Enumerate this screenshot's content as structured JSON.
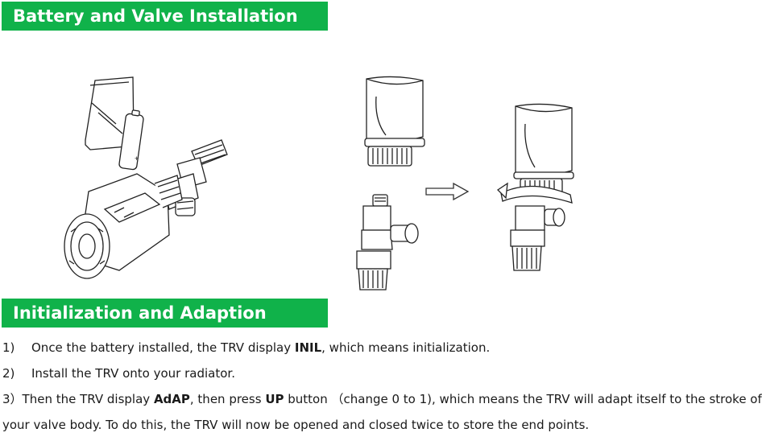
{
  "section1": {
    "title": "Battery and Valve Installation"
  },
  "section2": {
    "title": "Initialization and Adaption"
  },
  "battery_label": "+",
  "steps": [
    {
      "num": "1)",
      "t1": "Once the battery installed, the TRV display ",
      "b1": "INIL",
      "t2": ", which means initialization."
    },
    {
      "num": "2)",
      "t1": "Install the TRV onto your radiator."
    },
    {
      "num": "3）",
      "t1": "Then the TRV display ",
      "b1": "AdAP",
      "t2": ", then press ",
      "b2": "UP",
      "t3": " button （change 0 to 1), which means the TRV will adapt itself to the stroke of"
    },
    {
      "t1": "your valve body. To do this, the TRV will now be opened and closed twice to store the end points."
    }
  ],
  "colors": {
    "banner": "#10b24a",
    "banner_text": "#ffffff"
  }
}
